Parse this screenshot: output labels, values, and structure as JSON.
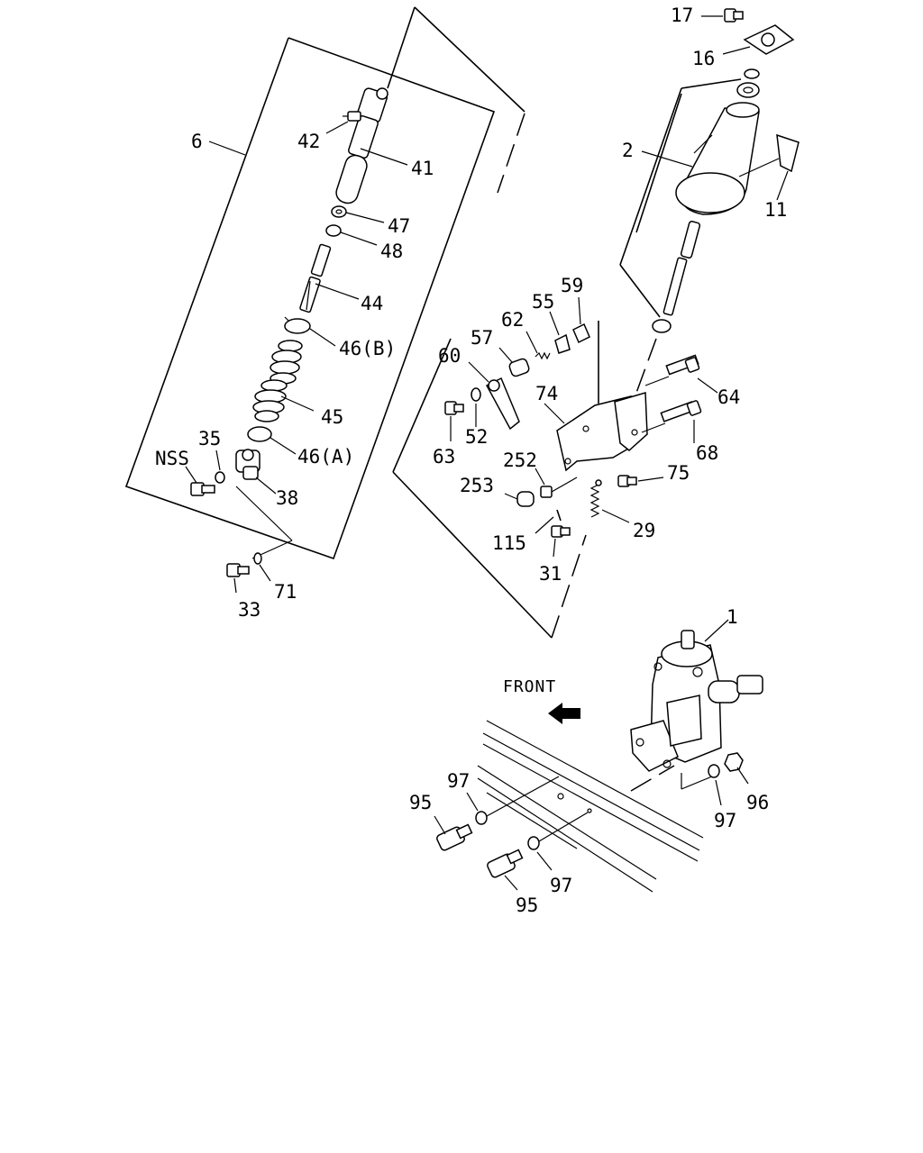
{
  "front_label": "FRONT",
  "callouts": {
    "c17": "17",
    "c16": "16",
    "c2": "2",
    "c11": "11",
    "c6": "6",
    "c42": "42",
    "c41": "41",
    "c47": "47",
    "c48": "48",
    "c44": "44",
    "c46b": "46(B)",
    "c45": "45",
    "c35": "35",
    "c46a": "46(A)",
    "cnss": "NSS",
    "c38": "38",
    "c33": "33",
    "c71": "71",
    "c59": "59",
    "c55": "55",
    "c62": "62",
    "c57": "57",
    "c60": "60",
    "c74": "74",
    "c64": "64",
    "c63": "63",
    "c52": "52",
    "c68": "68",
    "c252": "252",
    "c75": "75",
    "c253": "253",
    "c29": "29",
    "c115": "115",
    "c31": "31",
    "c1": "1",
    "c97a": "97",
    "c95a": "95",
    "c97b": "97",
    "c96": "96",
    "c97c": "97",
    "c95b": "95"
  }
}
